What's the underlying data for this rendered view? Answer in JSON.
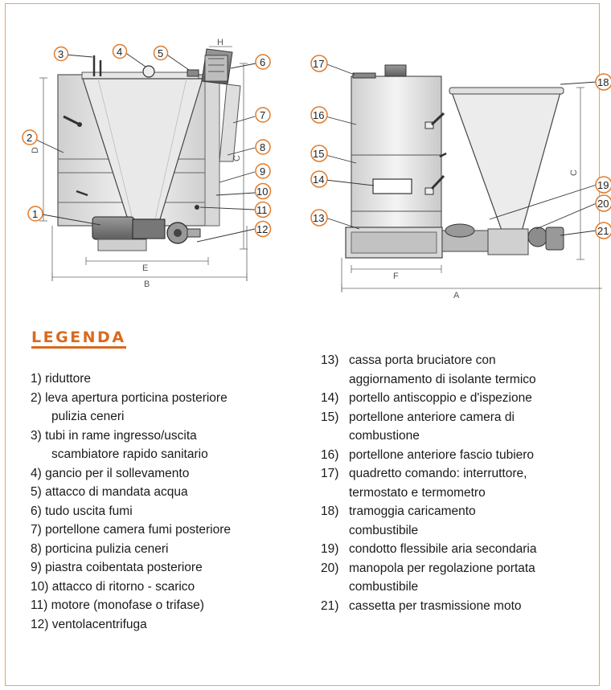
{
  "legend": {
    "title": "LEGENDA",
    "left_items": [
      {
        "num": "1)",
        "text": "riduttore"
      },
      {
        "num": "2)",
        "text": "leva apertura porticina posteriore",
        "text2": "pulizia ceneri"
      },
      {
        "num": "3)",
        "text": "tubi in rame ingresso/uscita",
        "text2": "scambiatore rapido sanitario"
      },
      {
        "num": "4)",
        "text": "gancio per il sollevamento"
      },
      {
        "num": "5)",
        "text": "attacco di mandata acqua"
      },
      {
        "num": "6)",
        "text": "tudo uscita fumi"
      },
      {
        "num": "7)",
        "text": "portellone camera fumi posteriore"
      },
      {
        "num": "8)",
        "text": "porticina pulizia ceneri"
      },
      {
        "num": "9)",
        "text": "piastra coibentata posteriore"
      },
      {
        "num": "10)",
        "text": "attacco di ritorno - scarico"
      },
      {
        "num": "11)",
        "text": "motore (monofase o trifase)"
      },
      {
        "num": "12)",
        "text": "ventolacentrifuga"
      }
    ],
    "right_items": [
      {
        "num": "13)",
        "text": "cassa porta bruciatore con",
        "text2": "aggiornamento di isolante termico"
      },
      {
        "num": "14)",
        "text": "portello antiscoppio e d'ispezione"
      },
      {
        "num": "15)",
        "text": "portellone anteriore camera di",
        "text2": "combustione"
      },
      {
        "num": "16)",
        "text": "portellone anteriore fascio tubiero"
      },
      {
        "num": "17)",
        "text": "quadretto comando: interruttore,",
        "text2": "termostato e termometro"
      },
      {
        "num": "18)",
        "text": "tramoggia caricamento",
        "text2": "combustibile"
      },
      {
        "num": "19)",
        "text": "condotto flessibile aria secondaria"
      },
      {
        "num": "20)",
        "text": "manopola per regolazione portata",
        "text2": "combustibile"
      },
      {
        "num": "21)",
        "text": "cassetta per trasmissione moto"
      }
    ]
  },
  "diagram": {
    "callouts_left": [
      "1",
      "2",
      "3",
      "4",
      "5",
      "6",
      "7",
      "8",
      "9",
      "10",
      "11",
      "12"
    ],
    "callouts_right": [
      "13",
      "14",
      "15",
      "16",
      "17",
      "18",
      "19",
      "20",
      "21"
    ],
    "dimension_letters": {
      "a": "A",
      "b": "B",
      "c": "C",
      "d": "D",
      "e": "E",
      "f": "F",
      "h": "H"
    }
  },
  "colors": {
    "accent": "#d96a1f",
    "frame": "#e9a35e",
    "callout_ring": "#e07a2a"
  }
}
